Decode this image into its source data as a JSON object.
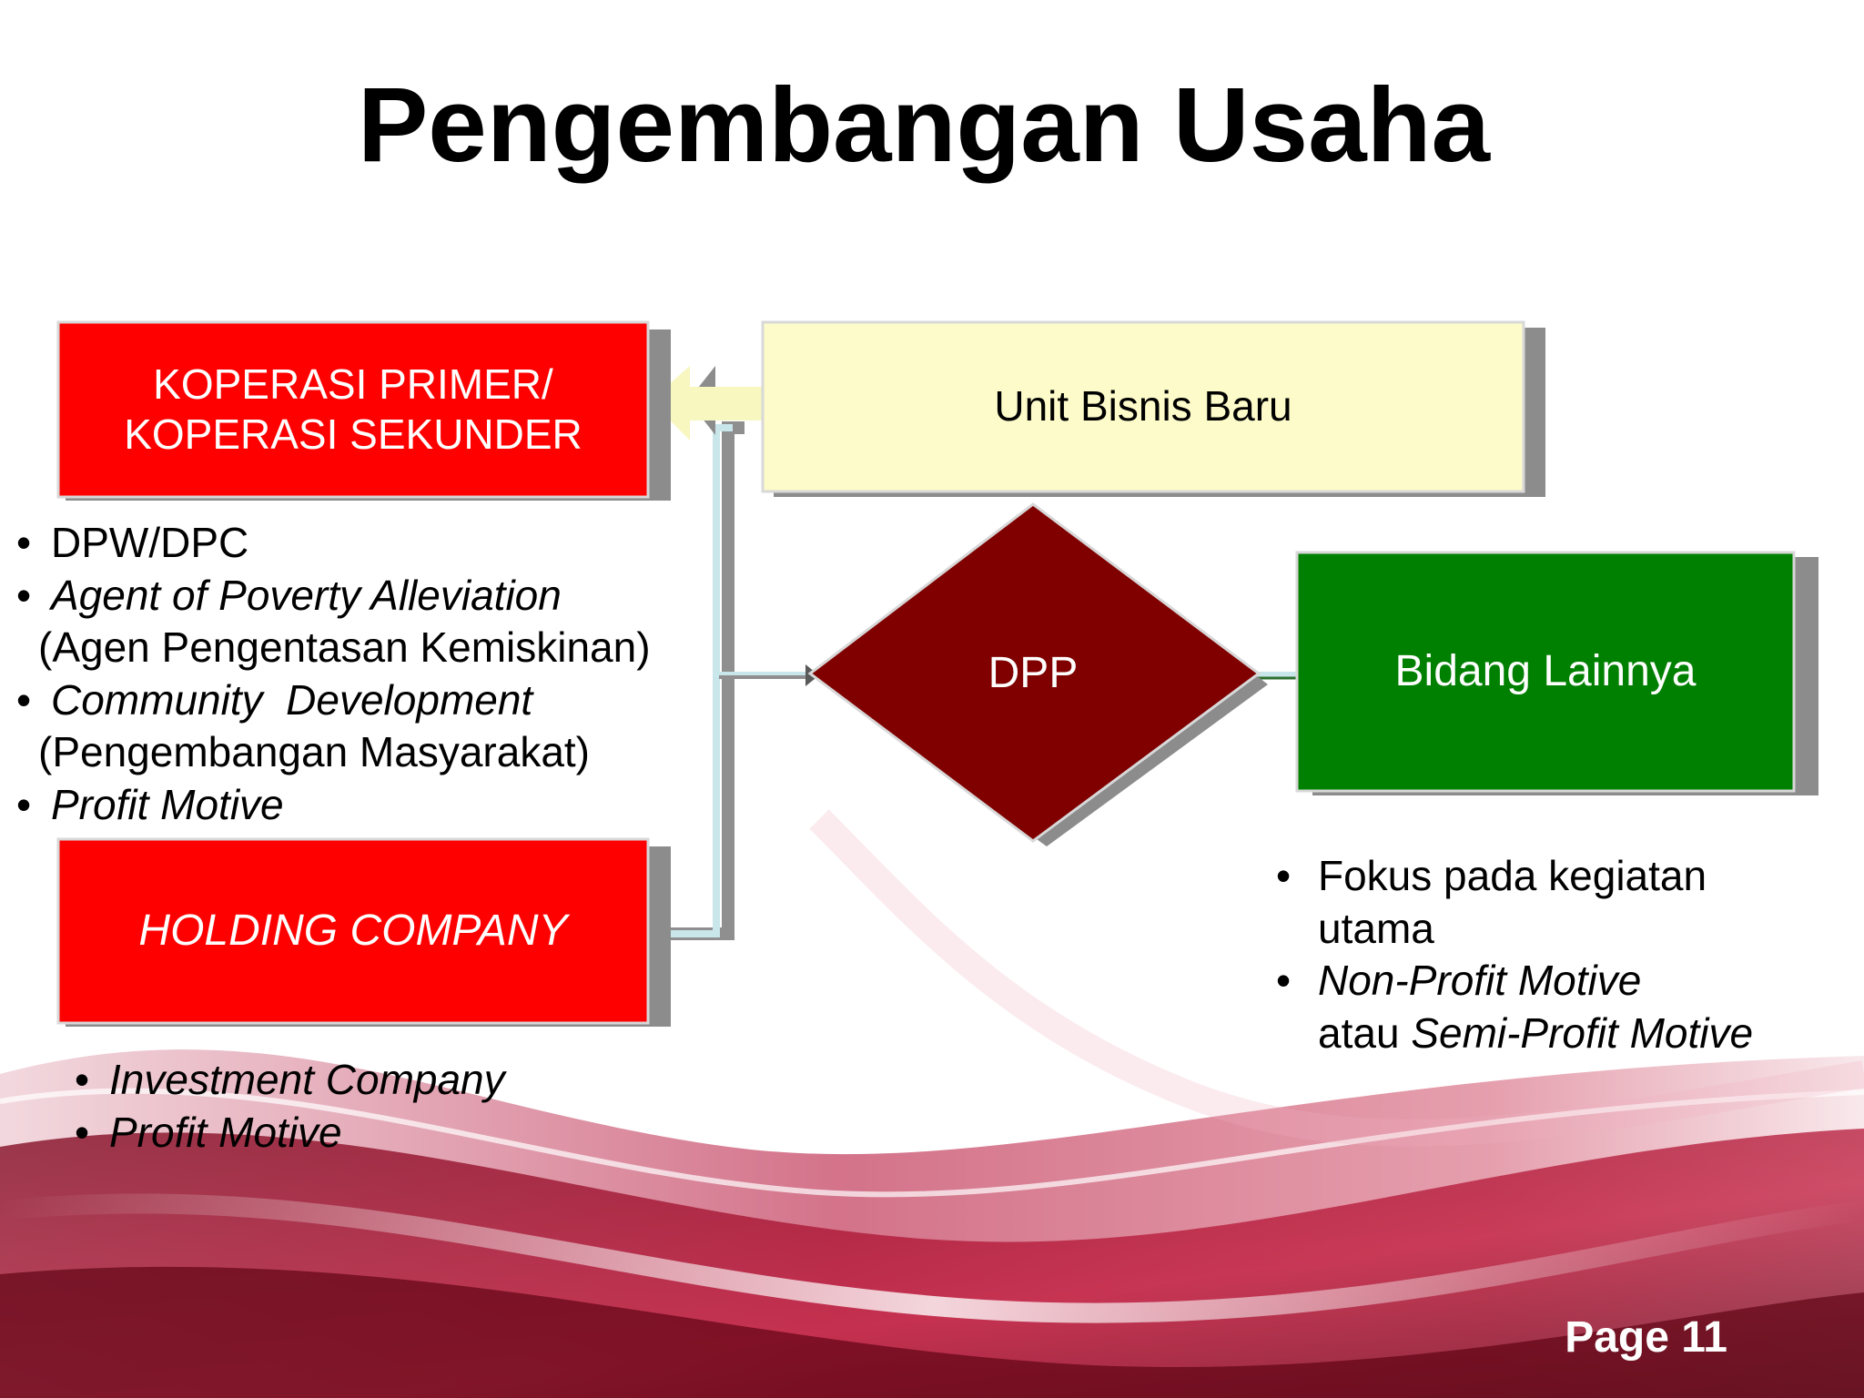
{
  "title": "Pengembangan Usaha",
  "boxes": {
    "koperasi": {
      "line1": "KOPERASI PRIMER/",
      "line2": "KOPERASI SEKUNDER"
    },
    "holding": {
      "label": "HOLDING COMPANY"
    },
    "unit_bisnis": {
      "label": "Unit Bisnis Baru"
    },
    "dpp": {
      "label": "DPP"
    },
    "bidang": {
      "label": "Bidang Lainnya"
    }
  },
  "koperasi_points": [
    {
      "text": "DPW/DPC",
      "sub": ""
    },
    {
      "text": "Agent of Poverty Alleviation",
      "sub": "(Agen Pengentasan Kemiskinan)"
    },
    {
      "text": "Community  Development",
      "sub": "(Pengembangan Masyarakat)"
    },
    {
      "text": "Profit Motive",
      "sub": ""
    }
  ],
  "holding_points": [
    {
      "text": "Investment Company"
    },
    {
      "text": "Profit Motive"
    }
  ],
  "bidang_points": {
    "p1": "Fokus pada kegiatan utama",
    "p2_a": "Non-Profit Motive",
    "p2_b": "atau",
    "p2_c": "Semi-Profit Motive"
  },
  "bullet": "•",
  "page_label": "Page 11",
  "colors": {
    "red_box": "#ff0000",
    "cream_box": "#fdfbc9",
    "dpp_diamond": "#800000",
    "green_box": "#008000",
    "shadow": "#8c8c8c",
    "connector": "#c9e6ea",
    "swirl": "#b0002a"
  }
}
